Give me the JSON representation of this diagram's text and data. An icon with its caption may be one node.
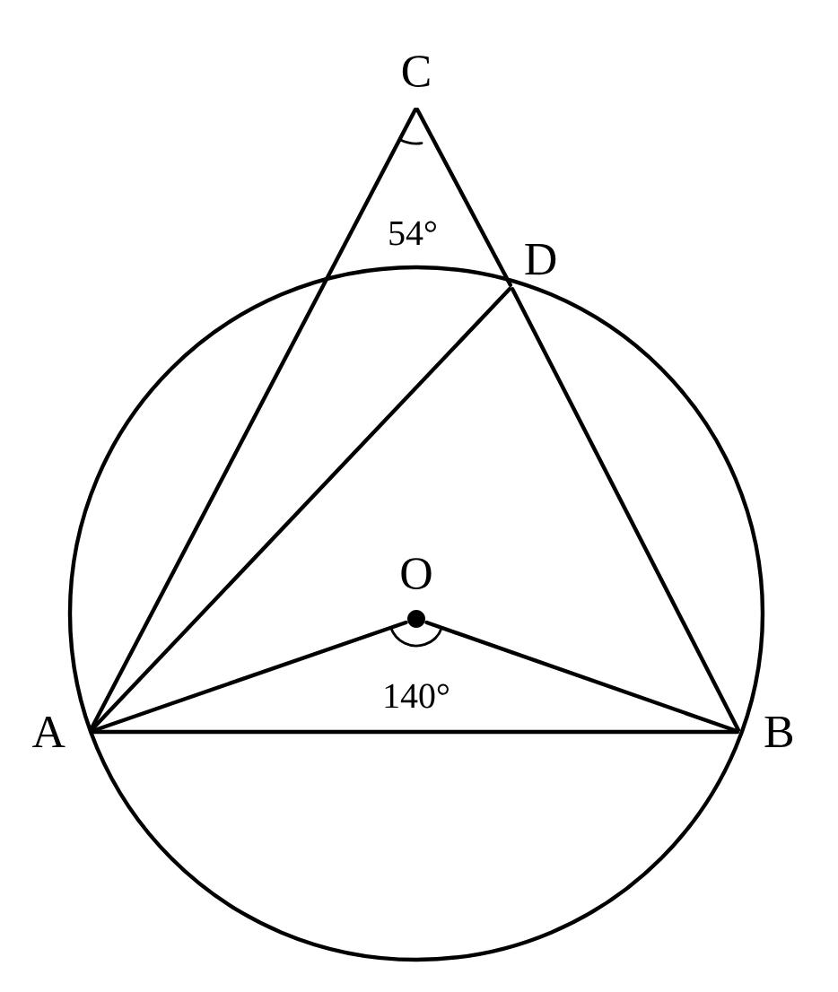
{
  "diagram": {
    "nodes": [
      {
        "text": [
          "C"
        ]
      },
      {
        "text": [
          "D"
        ]
      },
      {
        "text": [
          "A"
        ]
      },
      {
        "text": [
          "B"
        ]
      },
      {
        "text": [
          "O"
        ]
      }
    ],
    "edges": [
      {
        "from": 0,
        "to": 2,
        "arrow": "none"
      },
      {
        "from": 0,
        "to": 1,
        "arrow": "none"
      },
      {
        "from": 1,
        "to": 3,
        "arrow": "none"
      },
      {
        "from": 2,
        "to": 1,
        "arrow": "none"
      },
      {
        "from": 2,
        "to": 3,
        "arrow": "none"
      },
      {
        "from": 2,
        "to": 4,
        "arrow": "none"
      },
      {
        "from": 4,
        "to": 3,
        "arrow": "none"
      }
    ],
    "labels": [
      "54°",
      "140°"
    ]
  }
}
